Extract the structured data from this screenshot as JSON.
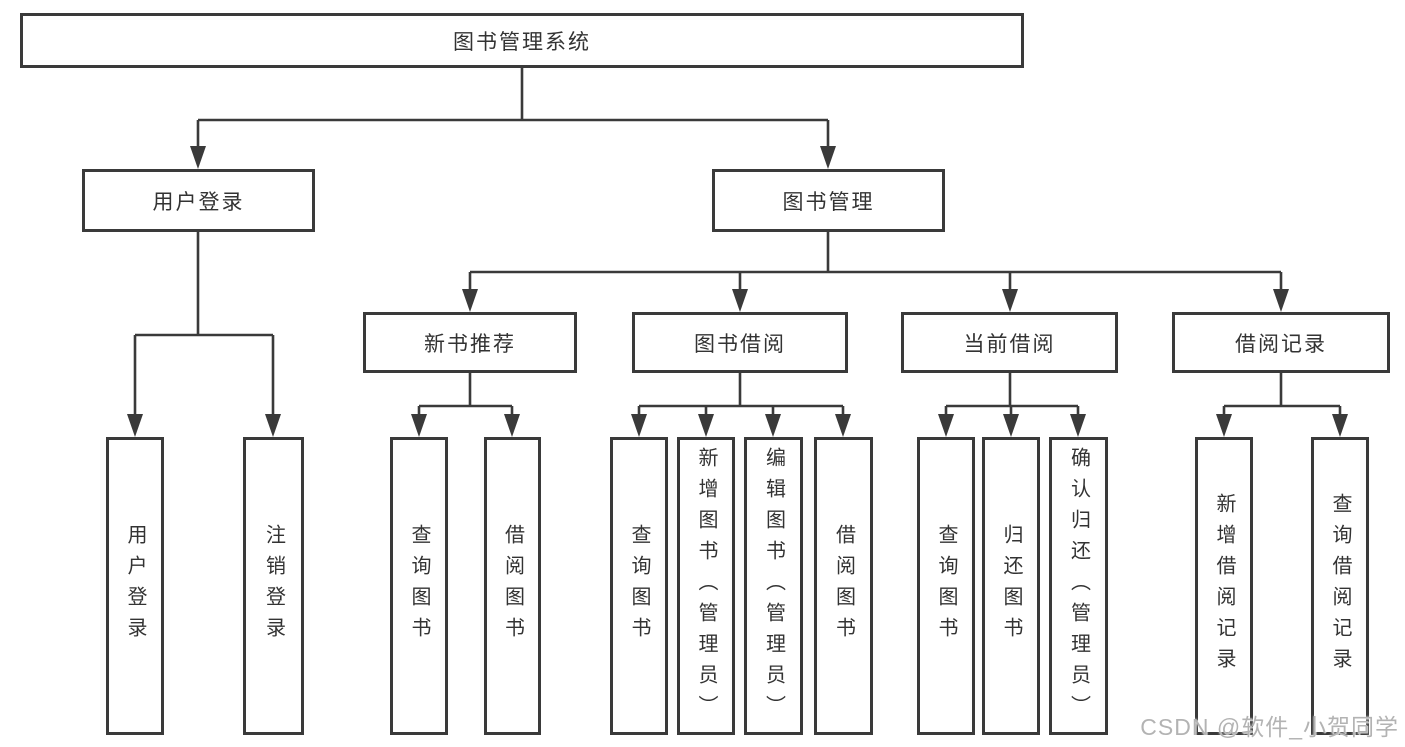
{
  "diagram": {
    "type": "hierarchy-tree",
    "root": {
      "label": "图书管理系统"
    },
    "level2": [
      {
        "label": "用户登录"
      },
      {
        "label": "图书管理"
      }
    ],
    "level3": [
      {
        "label": "新书推荐",
        "parent": "图书管理"
      },
      {
        "label": "图书借阅",
        "parent": "图书管理"
      },
      {
        "label": "当前借阅",
        "parent": "图书管理"
      },
      {
        "label": "借阅记录",
        "parent": "图书管理"
      }
    ],
    "leaves": [
      {
        "label": "用户登录",
        "parent": "用户登录"
      },
      {
        "label": "注销登录",
        "parent": "用户登录"
      },
      {
        "label": "查询图书",
        "parent": "新书推荐"
      },
      {
        "label": "借阅图书",
        "parent": "新书推荐"
      },
      {
        "label": "查询图书",
        "parent": "图书借阅"
      },
      {
        "label": "新增图书（管理员）",
        "parent": "图书借阅"
      },
      {
        "label": "编辑图书（管理员）",
        "parent": "图书借阅"
      },
      {
        "label": "借阅图书",
        "parent": "图书借阅"
      },
      {
        "label": "查询图书",
        "parent": "当前借阅"
      },
      {
        "label": "归还图书",
        "parent": "当前借阅"
      },
      {
        "label": "确认归还（管理员）",
        "parent": "当前借阅"
      },
      {
        "label": "新增借阅记录",
        "parent": "借阅记录"
      },
      {
        "label": "查询借阅记录",
        "parent": "借阅记录"
      }
    ]
  },
  "watermark": {
    "text": "CSDN @软件_小贺同学"
  },
  "colors": {
    "line": "#3a3a3a",
    "text": "#333333",
    "box_background": "#ffffff",
    "watermark": "#b3b3b3"
  }
}
